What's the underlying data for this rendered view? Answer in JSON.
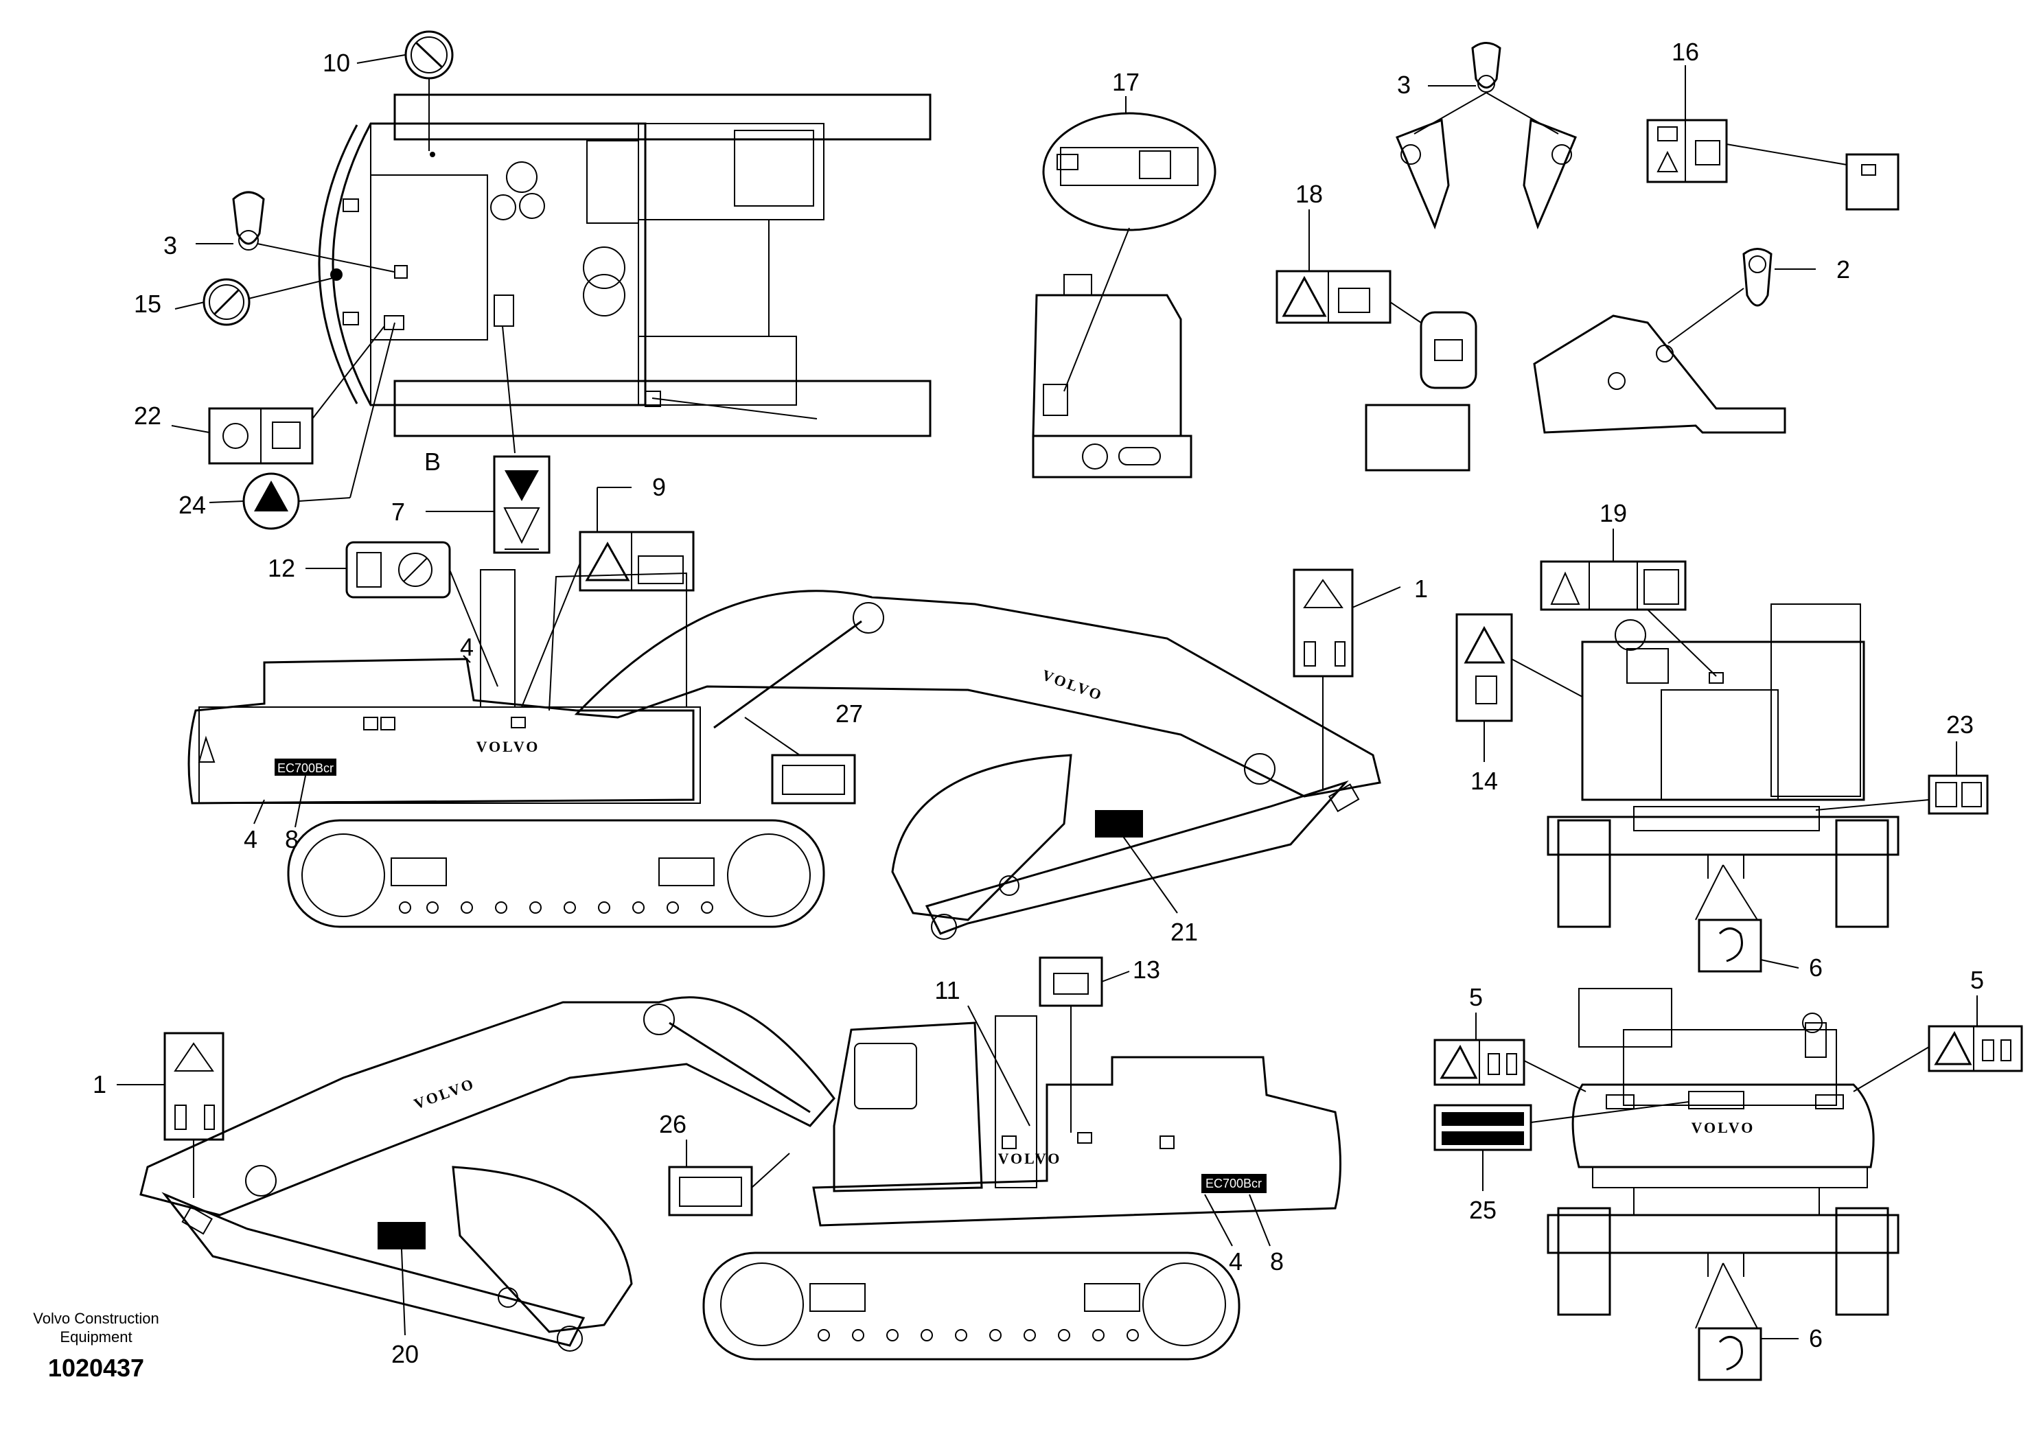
{
  "footer": {
    "company_line1": "Volvo Construction",
    "company_line2": "Equipment",
    "drawing_number": "1020437"
  },
  "view_letter": "B",
  "brand_text": "VOLVO",
  "model_text": "EC700Bcr",
  "callouts": [
    "1",
    "2",
    "3",
    "4",
    "5",
    "6",
    "7",
    "8",
    "9",
    "10",
    "11",
    "12",
    "13",
    "14",
    "15",
    "16",
    "17",
    "18",
    "19",
    "20",
    "21",
    "22",
    "23",
    "24",
    "25",
    "26",
    "27"
  ]
}
